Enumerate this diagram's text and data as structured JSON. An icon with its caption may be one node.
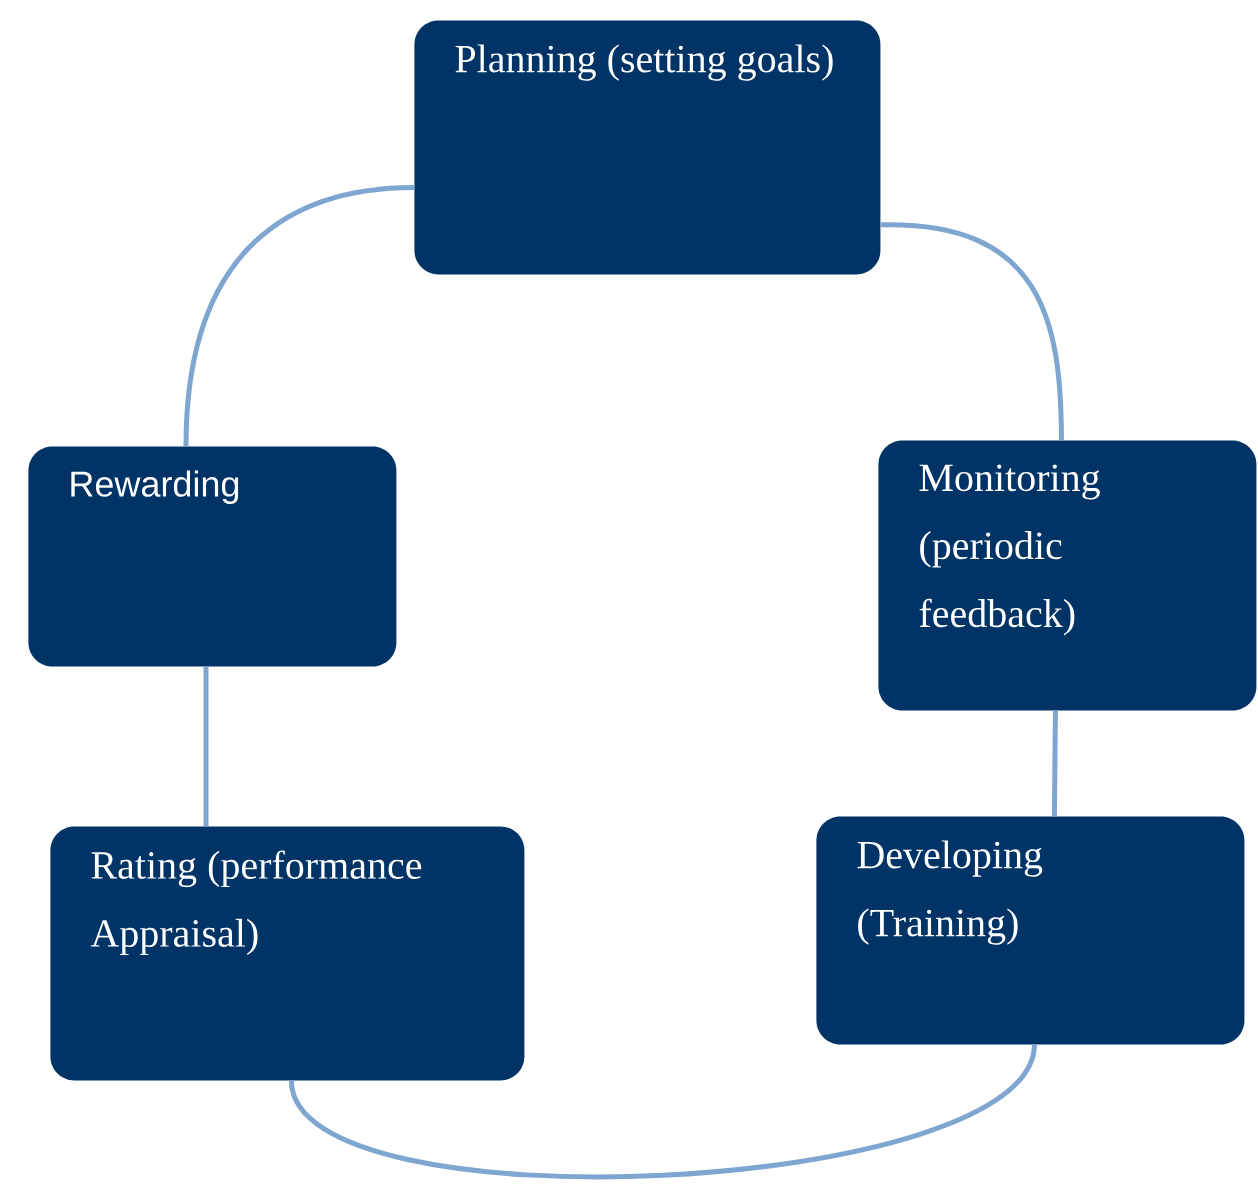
{
  "diagram": {
    "nodes": [
      {
        "text": [
          "Planning (setting goals)"
        ]
      },
      {
        "text": [
          "Rewarding"
        ]
      },
      {
        "text": [
          "Monitoring (periodic feedback)"
        ]
      },
      {
        "text": [
          "Rating (performance Appraisal)"
        ]
      },
      {
        "text": [
          "Developing (Training)"
        ]
      }
    ],
    "edges": [
      {
        "from": 0,
        "to": 2,
        "arrow": "none"
      },
      {
        "from": 2,
        "to": 4,
        "arrow": "none"
      },
      {
        "from": 4,
        "to": 3,
        "arrow": "none"
      },
      {
        "from": 3,
        "to": 1,
        "arrow": "none"
      },
      {
        "from": 1,
        "to": 0,
        "arrow": "none"
      }
    ]
  }
}
